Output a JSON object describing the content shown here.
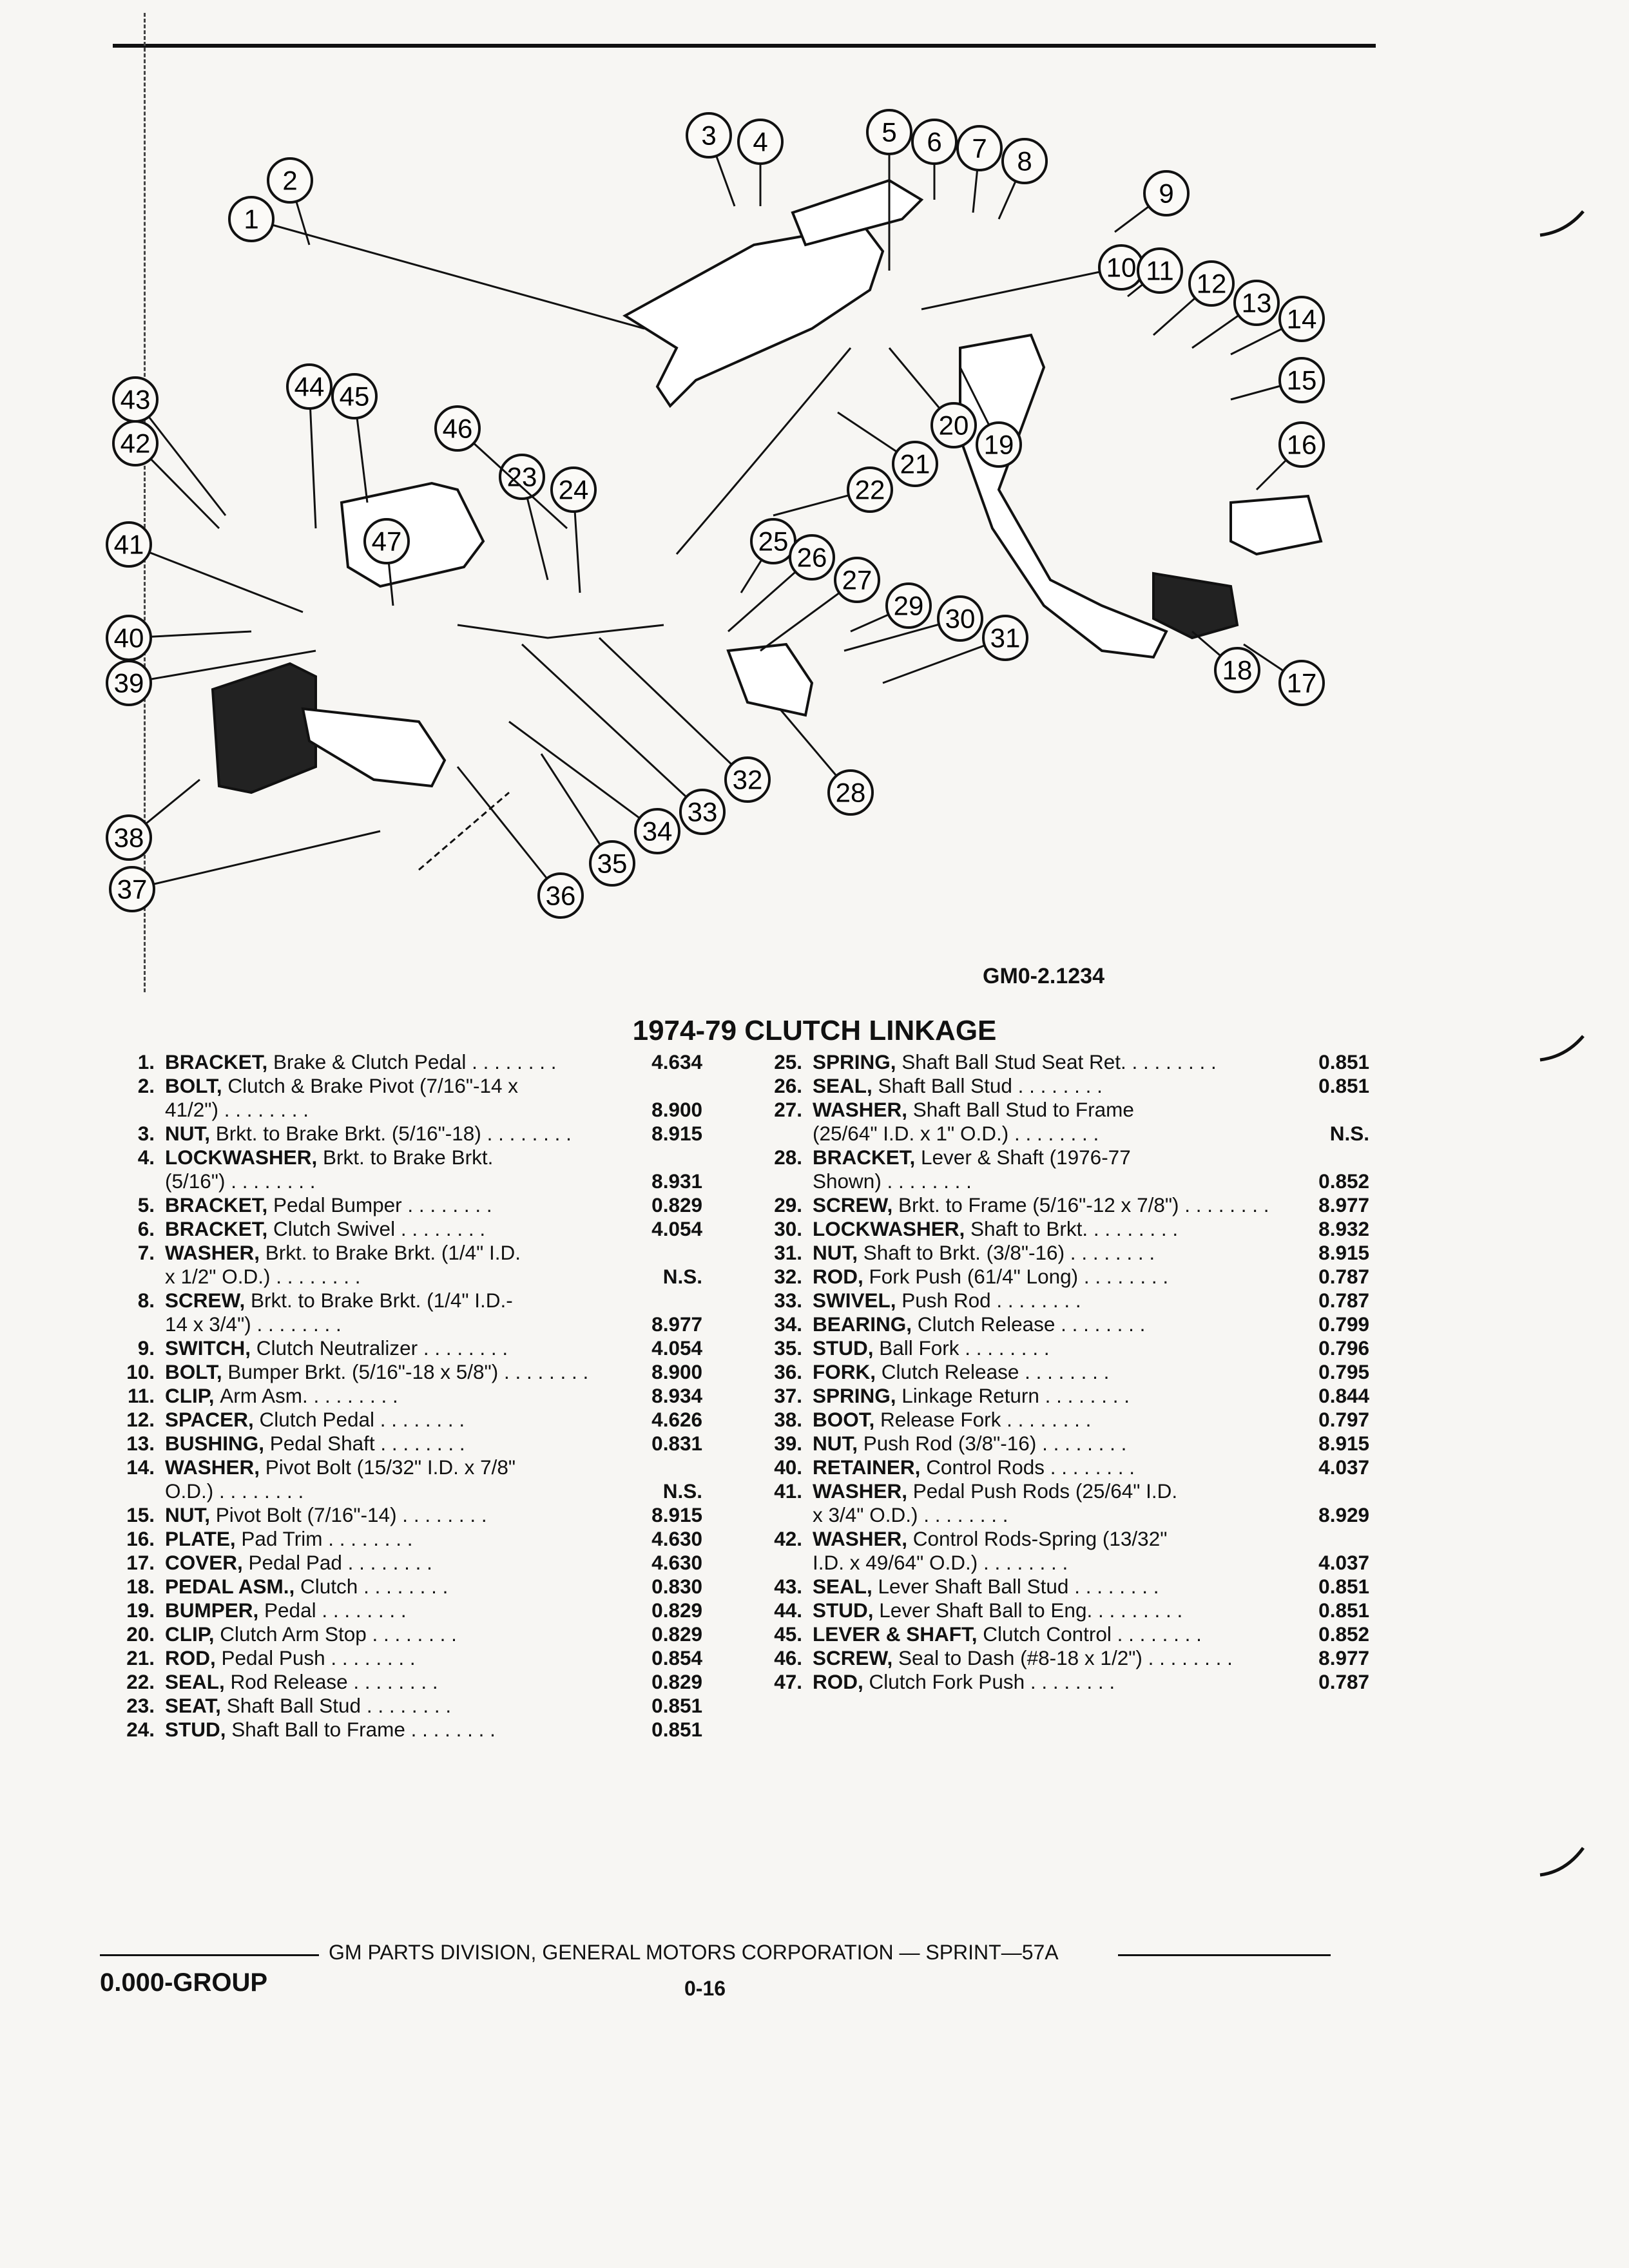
{
  "figure_id": "GM0-2.1234",
  "title": "1974-79 CLUTCH LINKAGE",
  "callouts": [
    "1",
    "2",
    "3",
    "4",
    "5",
    "6",
    "7",
    "8",
    "9",
    "10",
    "11",
    "12",
    "13",
    "14",
    "15",
    "16",
    "17",
    "18",
    "19",
    "20",
    "21",
    "22",
    "23",
    "24",
    "25",
    "26",
    "27",
    "28",
    "29",
    "30",
    "31",
    "32",
    "33",
    "34",
    "35",
    "36",
    "37",
    "38",
    "39",
    "40",
    "41",
    "42",
    "43",
    "44",
    "45",
    "46",
    "47"
  ],
  "parts_left": [
    {
      "num": "1.",
      "name": "BRACKET,",
      "desc": "Brake & Clutch Pedal",
      "code": "4.634"
    },
    {
      "num": "2.",
      "name": "BOLT,",
      "desc": "Clutch & Brake Pivot (7/16\"-14 x",
      "code": ""
    },
    {
      "num": "",
      "name": "",
      "desc": "41/2\")",
      "code": "8.900"
    },
    {
      "num": "3.",
      "name": "NUT,",
      "desc": "Brkt. to Brake Brkt. (5/16\"-18)",
      "code": "8.915"
    },
    {
      "num": "4.",
      "name": "LOCKWASHER,",
      "desc": "Brkt. to Brake Brkt.",
      "code": ""
    },
    {
      "num": "",
      "name": "",
      "desc": "(5/16\")",
      "code": "8.931"
    },
    {
      "num": "5.",
      "name": "BRACKET,",
      "desc": "Pedal Bumper",
      "code": "0.829"
    },
    {
      "num": "6.",
      "name": "BRACKET,",
      "desc": "Clutch Swivel",
      "code": "4.054"
    },
    {
      "num": "7.",
      "name": "WASHER,",
      "desc": "Brkt. to Brake Brkt. (1/4\" I.D.",
      "code": ""
    },
    {
      "num": "",
      "name": "",
      "desc": "x 1/2\" O.D.)",
      "code": "N.S."
    },
    {
      "num": "8.",
      "name": "SCREW,",
      "desc": "Brkt. to Brake Brkt. (1/4\" I.D.-",
      "code": ""
    },
    {
      "num": "",
      "name": "",
      "desc": "14 x 3/4\")",
      "code": "8.977"
    },
    {
      "num": "9.",
      "name": "SWITCH,",
      "desc": "Clutch Neutralizer",
      "code": "4.054"
    },
    {
      "num": "10.",
      "name": "BOLT,",
      "desc": "Bumper Brkt. (5/16\"-18 x 5/8\")",
      "code": "8.900"
    },
    {
      "num": "11.",
      "name": "CLIP,",
      "desc": "Arm Asm.",
      "code": "8.934"
    },
    {
      "num": "12.",
      "name": "SPACER,",
      "desc": "Clutch Pedal",
      "code": "4.626"
    },
    {
      "num": "13.",
      "name": "BUSHING,",
      "desc": "Pedal Shaft",
      "code": "0.831"
    },
    {
      "num": "14.",
      "name": "WASHER,",
      "desc": "Pivot Bolt (15/32\" I.D. x 7/8\"",
      "code": ""
    },
    {
      "num": "",
      "name": "",
      "desc": "O.D.)",
      "code": "N.S."
    },
    {
      "num": "15.",
      "name": "NUT,",
      "desc": "Pivot Bolt (7/16\"-14)",
      "code": "8.915"
    },
    {
      "num": "16.",
      "name": "PLATE,",
      "desc": "Pad Trim",
      "code": "4.630"
    },
    {
      "num": "17.",
      "name": "COVER,",
      "desc": "Pedal Pad",
      "code": "4.630"
    },
    {
      "num": "18.",
      "name": "PEDAL ASM.,",
      "desc": "Clutch",
      "code": "0.830"
    },
    {
      "num": "19.",
      "name": "BUMPER,",
      "desc": "Pedal",
      "code": "0.829"
    },
    {
      "num": "20.",
      "name": "CLIP,",
      "desc": "Clutch Arm Stop",
      "code": "0.829"
    },
    {
      "num": "21.",
      "name": "ROD,",
      "desc": "Pedal Push",
      "code": "0.854"
    },
    {
      "num": "22.",
      "name": "SEAL,",
      "desc": "Rod Release",
      "code": "0.829"
    },
    {
      "num": "23.",
      "name": "SEAT,",
      "desc": "Shaft Ball Stud",
      "code": "0.851"
    },
    {
      "num": "24.",
      "name": "STUD,",
      "desc": "Shaft Ball to Frame",
      "code": "0.851"
    }
  ],
  "parts_right": [
    {
      "num": "25.",
      "name": "SPRING,",
      "desc": "Shaft Ball Stud Seat Ret.",
      "code": "0.851"
    },
    {
      "num": "26.",
      "name": "SEAL,",
      "desc": "Shaft Ball Stud",
      "code": "0.851"
    },
    {
      "num": "27.",
      "name": "WASHER,",
      "desc": "Shaft Ball Stud to Frame",
      "code": ""
    },
    {
      "num": "",
      "name": "",
      "desc": "(25/64\" I.D. x 1\" O.D.)",
      "code": "N.S."
    },
    {
      "num": "28.",
      "name": "BRACKET,",
      "desc": "Lever & Shaft (1976-77",
      "code": ""
    },
    {
      "num": "",
      "name": "",
      "desc": "Shown)",
      "code": "0.852"
    },
    {
      "num": "29.",
      "name": "SCREW,",
      "desc": "Brkt. to Frame (5/16\"-12 x 7/8\")",
      "code": "8.977"
    },
    {
      "num": "30.",
      "name": "LOCKWASHER,",
      "desc": "Shaft to Brkt.",
      "code": "8.932"
    },
    {
      "num": "31.",
      "name": "NUT,",
      "desc": "Shaft to Brkt. (3/8\"-16)",
      "code": "8.915"
    },
    {
      "num": "32.",
      "name": "ROD,",
      "desc": "Fork Push (61/4\" Long)",
      "code": "0.787"
    },
    {
      "num": "33.",
      "name": "SWIVEL,",
      "desc": "Push Rod",
      "code": "0.787"
    },
    {
      "num": "34.",
      "name": "BEARING,",
      "desc": "Clutch Release",
      "code": "0.799"
    },
    {
      "num": "35.",
      "name": "STUD,",
      "desc": "Ball Fork",
      "code": "0.796"
    },
    {
      "num": "36.",
      "name": "FORK,",
      "desc": "Clutch Release",
      "code": "0.795"
    },
    {
      "num": "37.",
      "name": "SPRING,",
      "desc": "Linkage Return",
      "code": "0.844"
    },
    {
      "num": "38.",
      "name": "BOOT,",
      "desc": "Release Fork",
      "code": "0.797"
    },
    {
      "num": "39.",
      "name": "NUT,",
      "desc": "Push Rod (3/8\"-16)",
      "code": "8.915"
    },
    {
      "num": "40.",
      "name": "RETAINER,",
      "desc": "Control Rods",
      "code": "4.037"
    },
    {
      "num": "41.",
      "name": "WASHER,",
      "desc": "Pedal Push Rods (25/64\" I.D.",
      "code": ""
    },
    {
      "num": "",
      "name": "",
      "desc": "x 3/4\" O.D.)",
      "code": "8.929"
    },
    {
      "num": "42.",
      "name": "WASHER,",
      "desc": "Control Rods-Spring (13/32\"",
      "code": ""
    },
    {
      "num": "",
      "name": "",
      "desc": "I.D. x 49/64\" O.D.)",
      "code": "4.037"
    },
    {
      "num": "43.",
      "name": "SEAL,",
      "desc": "Lever Shaft Ball Stud",
      "code": "0.851"
    },
    {
      "num": "44.",
      "name": "STUD,",
      "desc": "Lever Shaft Ball to Eng.",
      "code": "0.851"
    },
    {
      "num": "45.",
      "name": "LEVER & SHAFT,",
      "desc": "Clutch Control",
      "code": "0.852"
    },
    {
      "num": "46.",
      "name": "SCREW,",
      "desc": "Seal to Dash (#8-18 x 1/2\")",
      "code": "8.977"
    },
    {
      "num": "47.",
      "name": "ROD,",
      "desc": "Clutch Fork Push",
      "code": "0.787"
    }
  ],
  "footer_text": "GM PARTS DIVISION, GENERAL MOTORS CORPORATION — SPRINT—57A",
  "group_label": "0.000-GROUP",
  "page_number": "0-16"
}
